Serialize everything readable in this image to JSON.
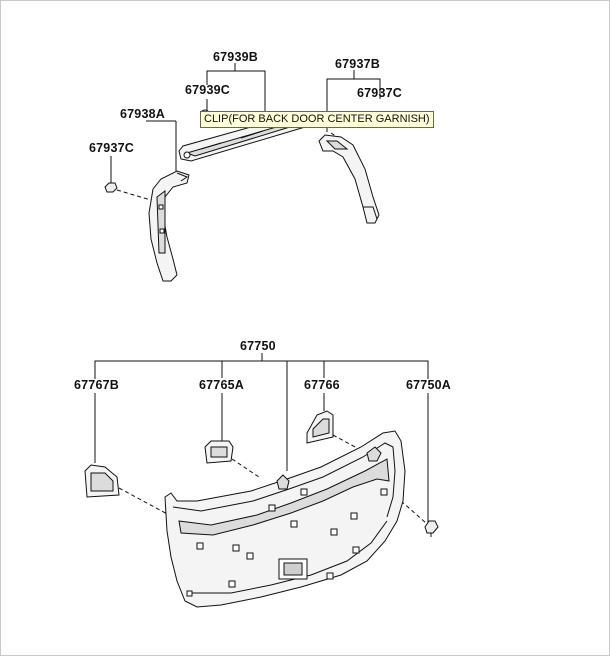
{
  "labels": {
    "p67939B": "67939B",
    "p67939C": "67939C",
    "p67937B": "67937B",
    "p67937C_right": "67937C",
    "p67938A": "67938A",
    "p67937C_left": "67937C",
    "p67750": "67750",
    "p67767B": "67767B",
    "p67765A": "67765A",
    "p67766": "67766",
    "p67750A": "67750A"
  },
  "tooltip": {
    "text": "CLIP(FOR BACK DOOR CENTER GARNISH)",
    "background": "#ffffd8"
  },
  "colors": {
    "line": "#111111",
    "part_fill": "#f4f4f4",
    "shade": "#cfcfcf"
  }
}
